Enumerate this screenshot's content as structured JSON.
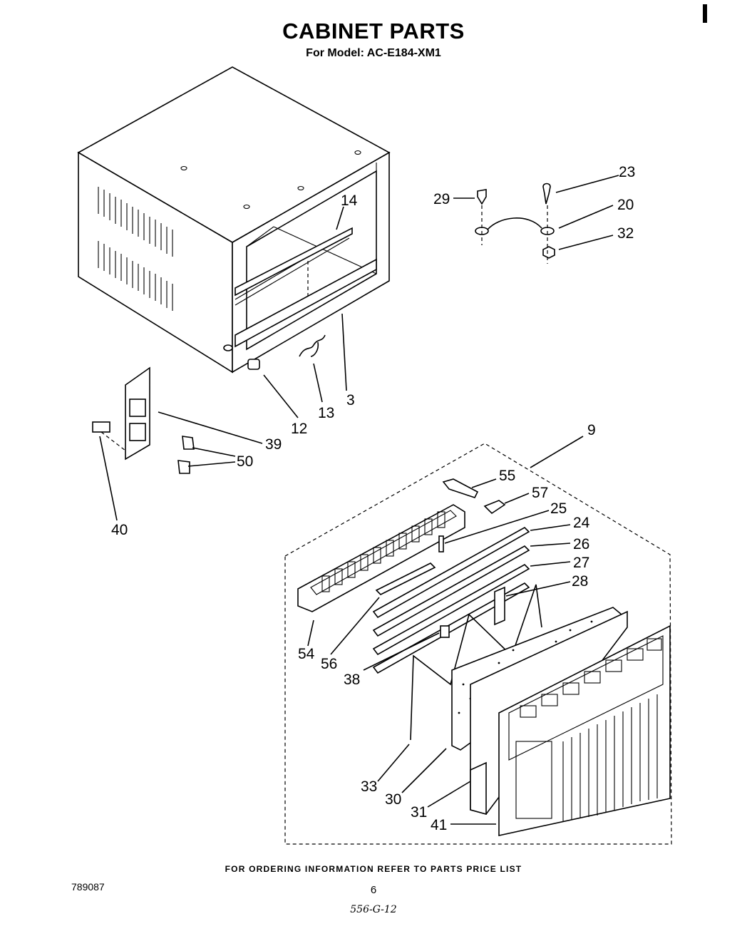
{
  "header": {
    "title": "CABINET PARTS",
    "subtitle": "For Model: AC-E184-XM1"
  },
  "callouts": {
    "c3": "3",
    "c9": "9",
    "c12": "12",
    "c13": "13",
    "c14": "14",
    "c20": "20",
    "c23": "23",
    "c24": "24",
    "c25": "25",
    "c26": "26",
    "c27": "27",
    "c28": "28",
    "c29": "29",
    "c30": "30",
    "c31": "31",
    "c32": "32",
    "c33": "33",
    "c38": "38",
    "c39": "39",
    "c40": "40",
    "c41": "41",
    "c50": "50",
    "c54": "54",
    "c55": "55",
    "c56": "56",
    "c57": "57"
  },
  "footer": {
    "note": "FOR ORDERING INFORMATION REFER TO PARTS PRICE LIST",
    "doc_number": "789087",
    "page_number": "6",
    "handwritten_code": "556-G-12"
  }
}
